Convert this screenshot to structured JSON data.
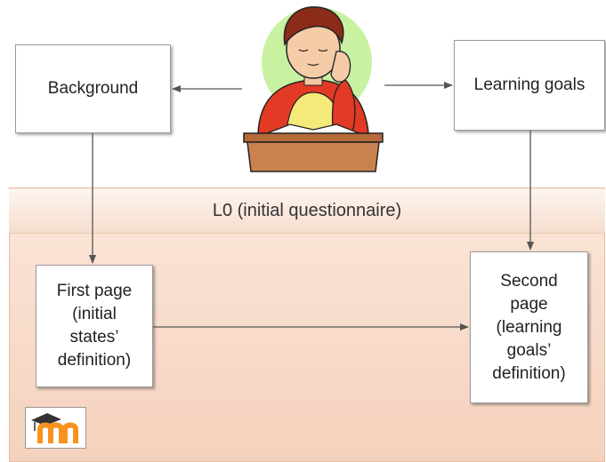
{
  "panel": {
    "title": "L0 (initial questionnaire)"
  },
  "boxes": {
    "background": "Background",
    "learning_goals": "Learning goals",
    "first_page": "First page\n(initial\nstates’\ndefinition)",
    "second_page": "Second\npage\n(learning\ngoals’\ndefinition)"
  },
  "icons": {
    "student": "student-reading-clipart",
    "logo": "moodle-logo"
  },
  "colors": {
    "panel_bg": "#f8dccb",
    "arrow": "#555555",
    "logo_orange": "#f7931e"
  }
}
